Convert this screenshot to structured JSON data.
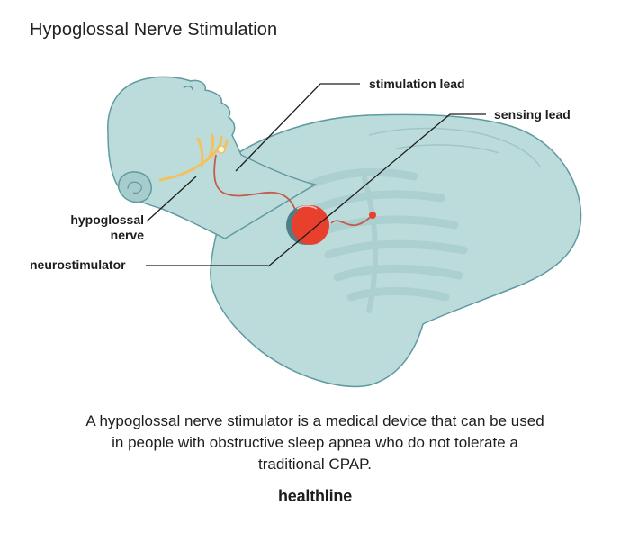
{
  "title": "Hypoglossal Nerve Stimulation",
  "labels": {
    "stimulation_lead": "stimulation lead",
    "sensing_lead": "sensing lead",
    "hypoglossal_line1": "hypoglossal",
    "hypoglossal_line2": "nerve",
    "neurostimulator": "neurostimulator"
  },
  "caption": "A hypoglossal nerve stimulator is a medical device that can be used in people with obstructive sleep apnea who do not tolerate a traditional CPAP.",
  "brand": "healthline",
  "colors": {
    "body_fill": "#bcdcdc",
    "body_stroke": "#5f9aa0",
    "ribs": "#a7cccd",
    "nerve": "#f3c15d",
    "device": "#e8402d",
    "lead": "#c45a4c",
    "callout_line": "#1d1d1d"
  },
  "icons": {
    "device": "neurostimulator-device-icon",
    "sensor_tip": "sensor-tip-icon"
  }
}
